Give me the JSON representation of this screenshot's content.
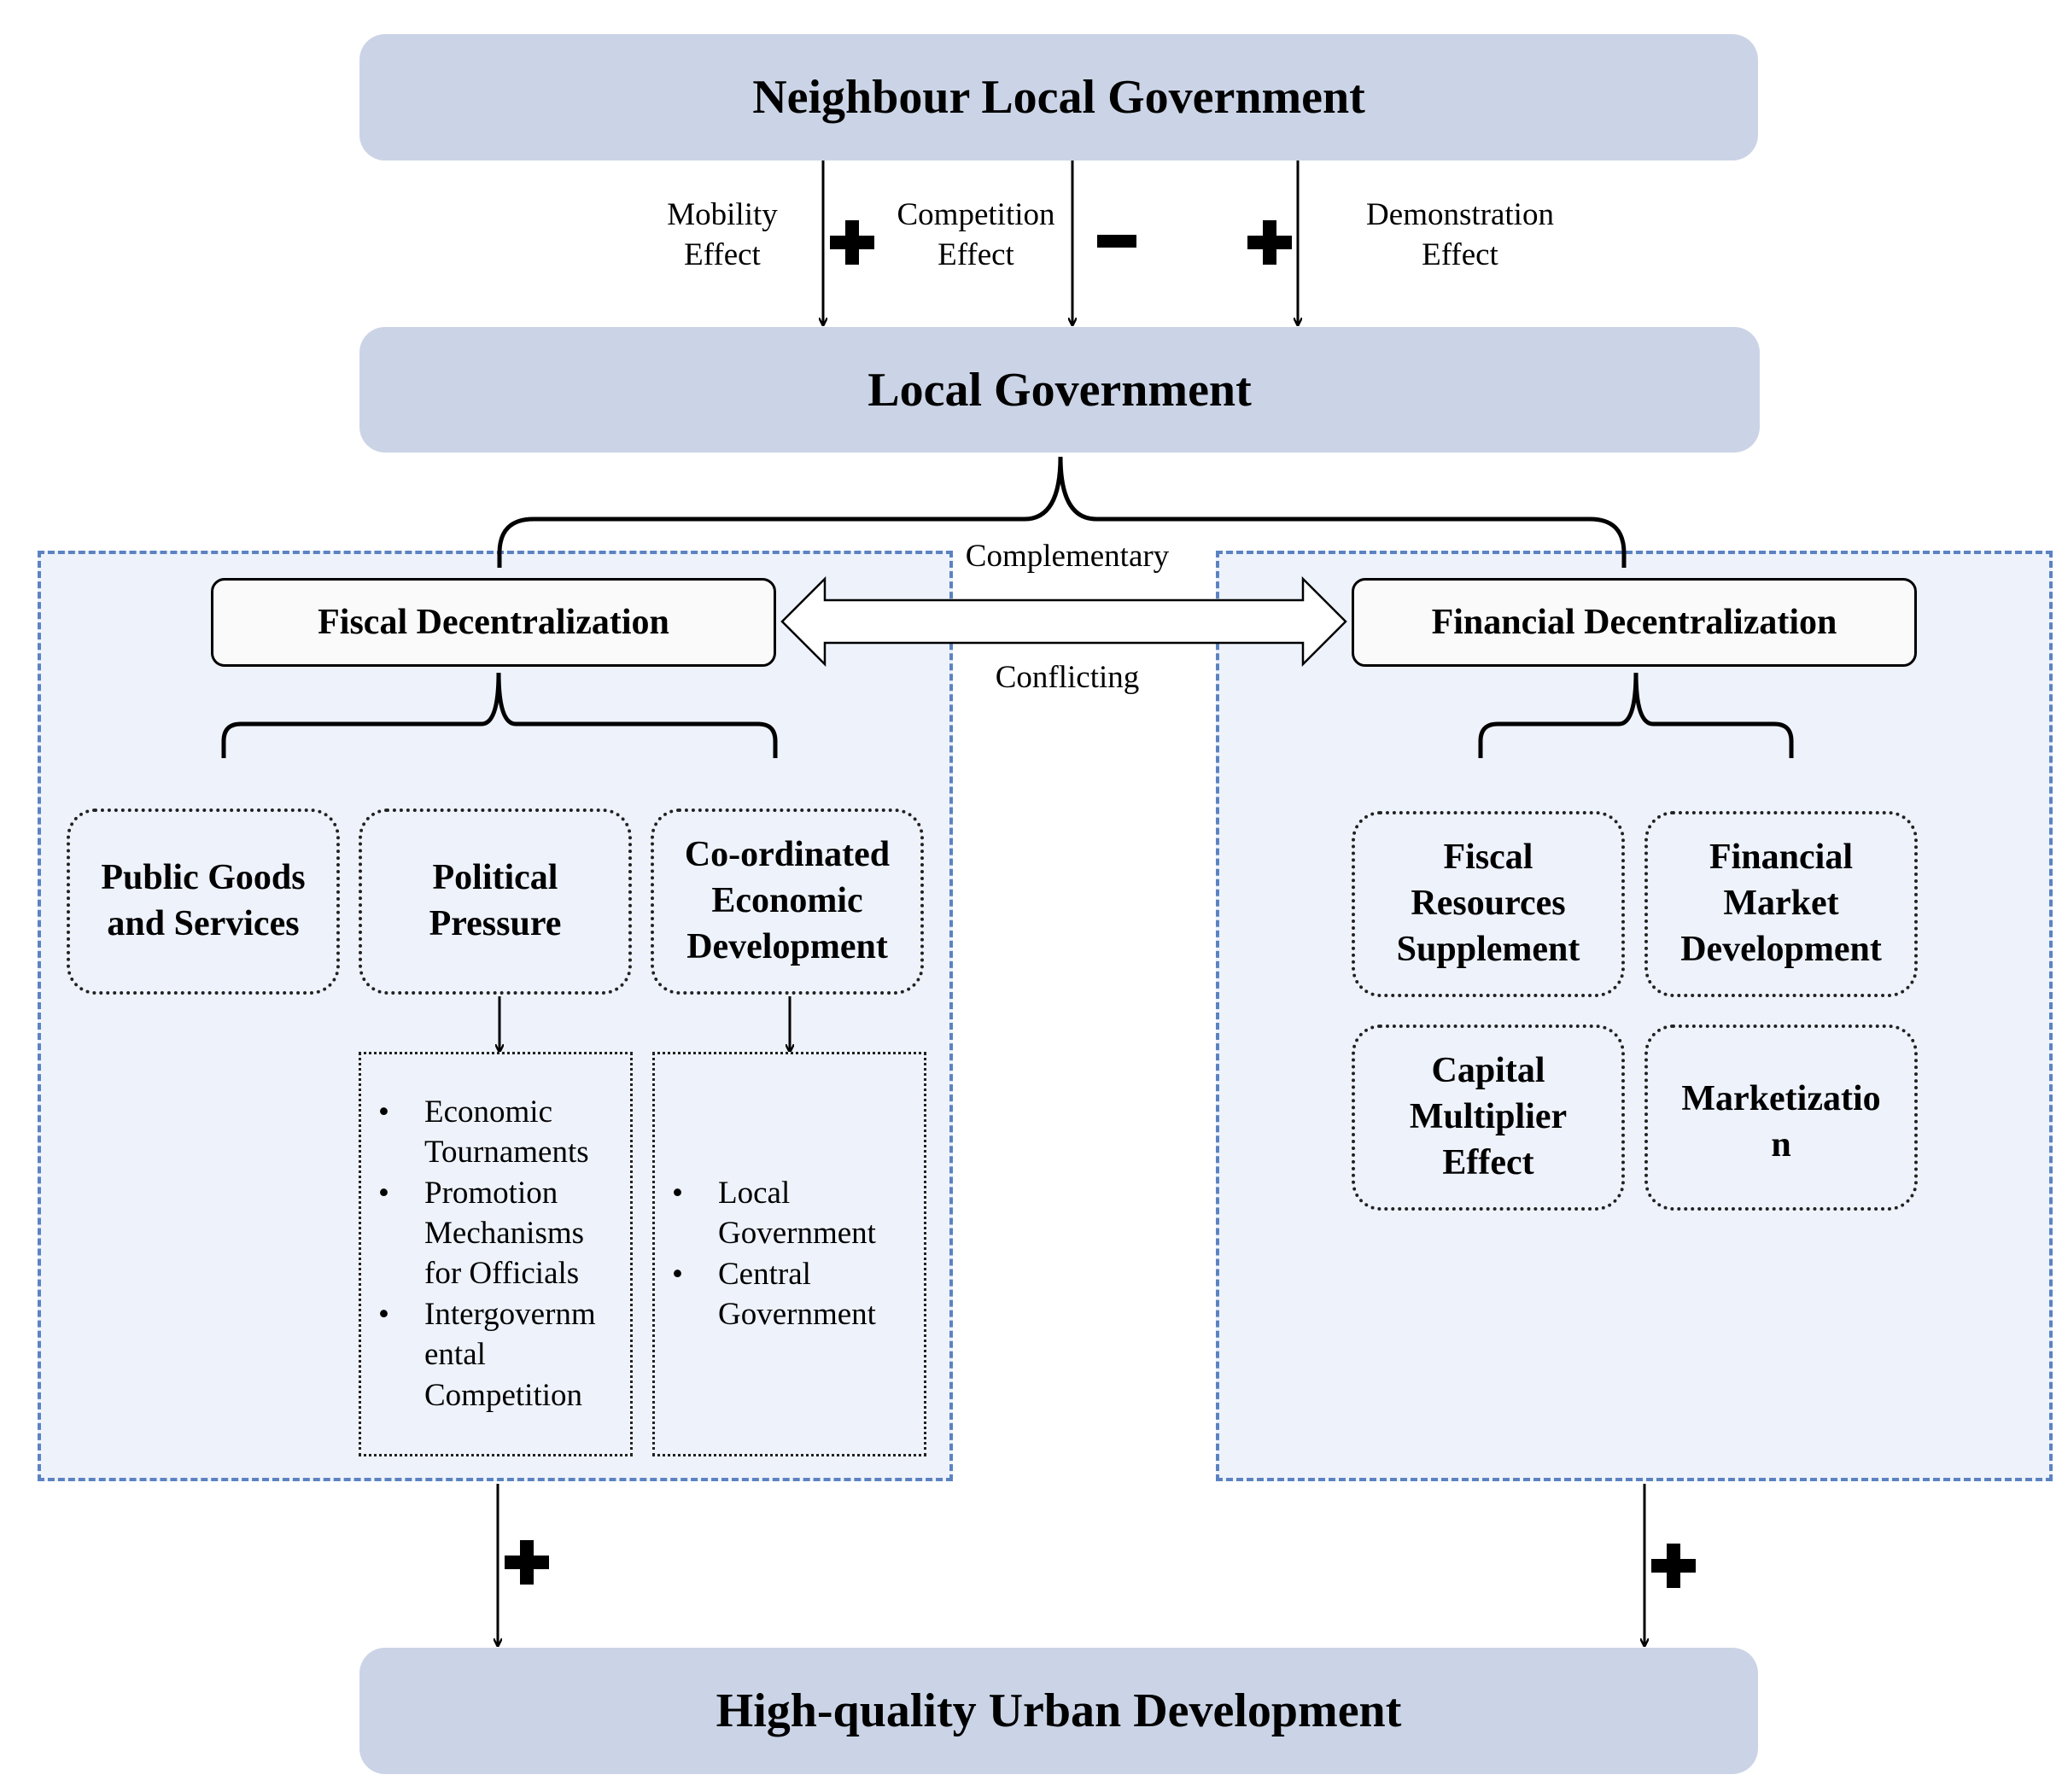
{
  "top": {
    "title": "Neighbour Local Government"
  },
  "effects": [
    {
      "label_lines": [
        "Mobility",
        "Effect"
      ],
      "sign": "+"
    },
    {
      "label_lines": [
        "Competition",
        "Effect"
      ],
      "sign": "−"
    },
    {
      "label_lines": [
        "Demonstration",
        "Effect"
      ],
      "sign": "+"
    }
  ],
  "middle": {
    "title": "Local Government"
  },
  "relation": {
    "upper_label": "Complementary",
    "lower_label": "Conflicting"
  },
  "fiscal": {
    "title": "Fiscal Decentralization",
    "factors": [
      {
        "lines": [
          "Public Goods",
          "and Services"
        ]
      },
      {
        "lines": [
          "Political",
          "Pressure"
        ]
      },
      {
        "lines": [
          "Co-ordinated",
          "Economic",
          "Development"
        ]
      }
    ],
    "political_mechanisms": [
      {
        "lines": [
          "Economic",
          "Tournaments"
        ]
      },
      {
        "lines": [
          "Promotion",
          "Mechanisms",
          "for Officials"
        ]
      },
      {
        "lines": [
          "Intergovernm",
          "ental",
          "Competition"
        ]
      }
    ],
    "coordination_mechanisms": [
      {
        "lines": [
          "Local",
          "Government"
        ]
      },
      {
        "lines": [
          "Central",
          "Government"
        ]
      }
    ],
    "outcome_sign": "+"
  },
  "financial": {
    "title": "Financial Decentralization",
    "factors": [
      {
        "lines": [
          "Fiscal",
          "Resources",
          "Supplement"
        ]
      },
      {
        "lines": [
          "Financial",
          "Market",
          "Development"
        ]
      },
      {
        "lines": [
          "Capital",
          "Multiplier",
          "Effect"
        ]
      },
      {
        "lines": [
          "Marketizatio",
          "n"
        ]
      }
    ],
    "outcome_sign": "+"
  },
  "bottom": {
    "title": "High-quality Urban Development"
  }
}
